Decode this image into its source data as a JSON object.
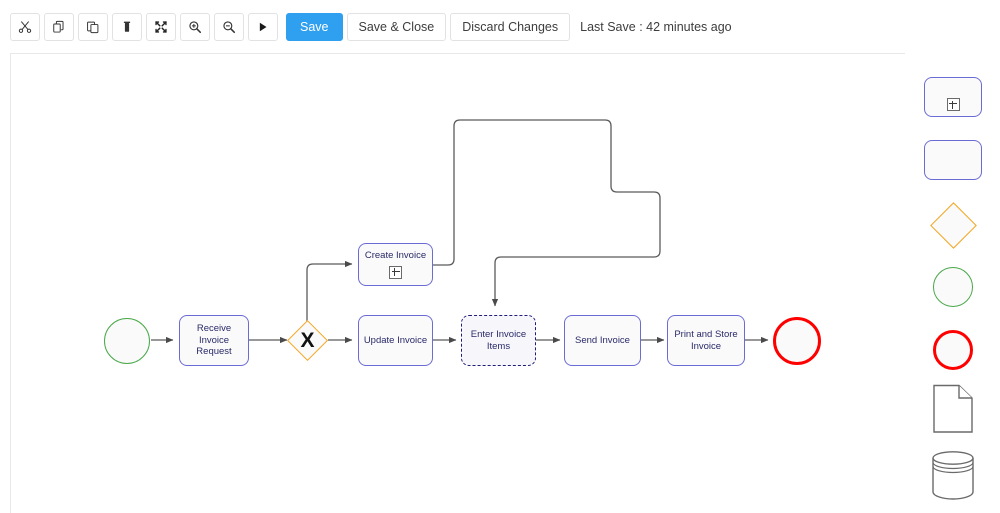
{
  "toolbar": {
    "icon_buttons": [
      {
        "name": "cut-icon",
        "title": "Cut"
      },
      {
        "name": "copy-icon",
        "title": "Copy"
      },
      {
        "name": "paste-icon",
        "title": "Paste"
      },
      {
        "name": "delete-icon",
        "title": "Delete"
      },
      {
        "name": "fit-screen-icon",
        "title": "Fit to screen"
      },
      {
        "name": "zoom-in-icon",
        "title": "Zoom in"
      },
      {
        "name": "zoom-out-icon",
        "title": "Zoom out"
      },
      {
        "name": "play-icon",
        "title": "Run"
      }
    ],
    "save_label": "Save",
    "save_close_label": "Save & Close",
    "discard_label": "Discard Changes",
    "last_save_label": "Last Save : 42 minutes ago",
    "accent_color": "#2f9ff0"
  },
  "diagram": {
    "colors": {
      "task_border": "#6b6bd6",
      "gateway_border": "#f5a623",
      "start_event_border": "#4aa84a",
      "end_event_border": "#ff0000",
      "selection_border": "#1f1f7a",
      "connector": "#5a5a5a"
    },
    "nodes": [
      {
        "id": "start",
        "type": "start-event",
        "label": ""
      },
      {
        "id": "receive",
        "type": "task",
        "label": "Receive Invoice Request"
      },
      {
        "id": "gateway",
        "type": "exclusive-gateway",
        "label": "X"
      },
      {
        "id": "create",
        "type": "subprocess",
        "label": "Create Invoice",
        "marker": "subprocess-plus"
      },
      {
        "id": "update",
        "type": "task",
        "label": "Update Invoice"
      },
      {
        "id": "enter",
        "type": "task",
        "label": "Enter Invoice Items",
        "selected": true
      },
      {
        "id": "send",
        "type": "task",
        "label": "Send Invoice"
      },
      {
        "id": "print",
        "type": "task",
        "label": "Print and Store Invoice"
      },
      {
        "id": "end",
        "type": "end-event",
        "label": ""
      }
    ]
  },
  "palette": {
    "items": [
      {
        "name": "palette-subprocess",
        "label": "Sub Process"
      },
      {
        "name": "palette-task",
        "label": "Task"
      },
      {
        "name": "palette-gateway",
        "label": "Gateway"
      },
      {
        "name": "palette-start-event",
        "label": "Start Event"
      },
      {
        "name": "palette-end-event",
        "label": "End Event"
      },
      {
        "name": "palette-data-object",
        "label": "Data Object"
      },
      {
        "name": "palette-data-store",
        "label": "Data Store"
      }
    ]
  }
}
